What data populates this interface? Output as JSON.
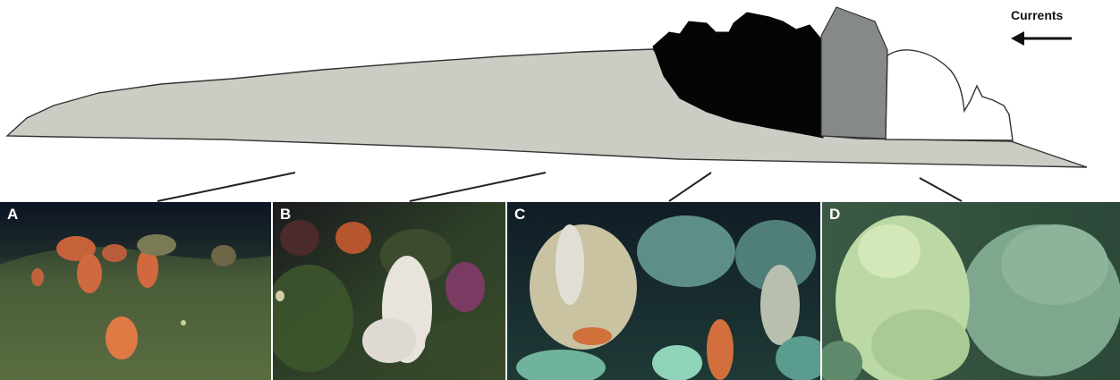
{
  "diagram": {
    "currents_label": "Currents",
    "colors": {
      "ridge": "#cdccc4",
      "dark_mass": "#050505",
      "grey_block": "#86898a",
      "outline": "#333333"
    }
  },
  "panels": [
    {
      "letter": "A",
      "scene": "sparse-orange-gorgonians-on-sediment"
    },
    {
      "letter": "B",
      "scene": "white-and-purple-gorgonian-on-rock"
    },
    {
      "letter": "C",
      "scene": "dense-gorgonian-fans"
    },
    {
      "letter": "D",
      "scene": "pale-green-coral-thicket"
    }
  ]
}
